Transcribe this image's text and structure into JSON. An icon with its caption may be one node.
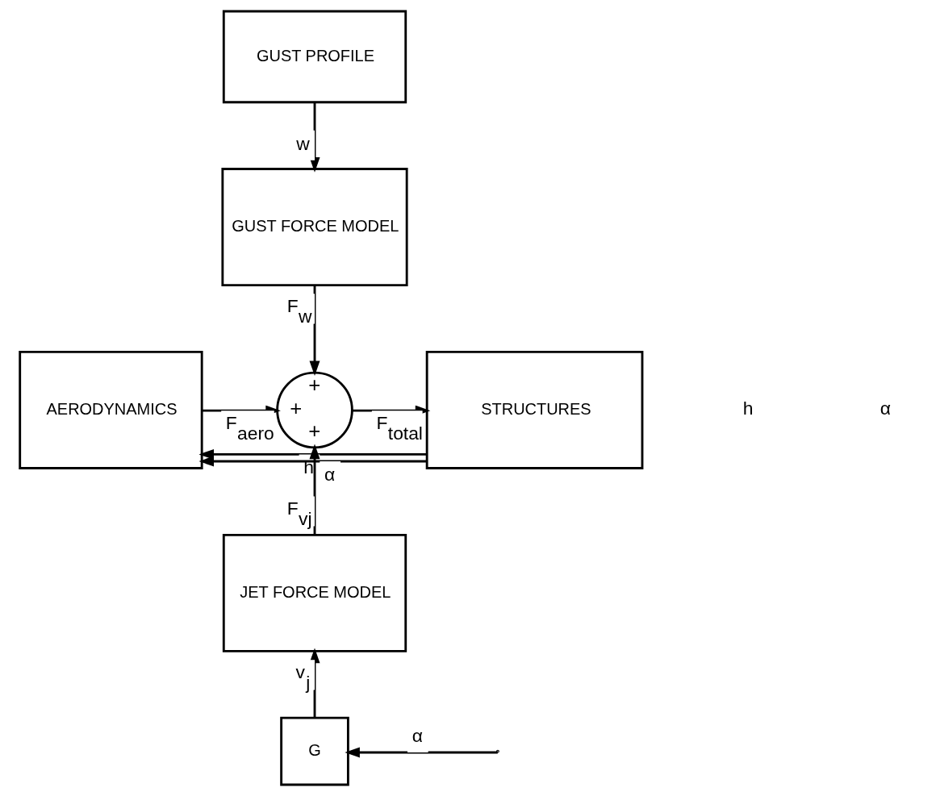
{
  "diagram": {
    "nodes": [
      {
        "text": [
          "GUST PROFILE"
        ]
      },
      {
        "text": [
          "GUST FORCE MODEL"
        ]
      },
      {
        "text": [
          "AERODYNAMICS"
        ]
      },
      {
        "text": [
          "+",
          "+",
          "+"
        ]
      },
      {
        "text": [
          "STRUCTURES"
        ]
      },
      {
        "text": [
          "JET FORCE MODEL"
        ]
      },
      {
        "text": [
          "G"
        ]
      }
    ],
    "edges": [
      {
        "from": 0,
        "to": 1,
        "arrow": "to",
        "label": "w"
      },
      {
        "from": 1,
        "to": 3,
        "arrow": "to",
        "label": "F$_{w}$"
      },
      {
        "from": 2,
        "to": 3,
        "arrow": "to",
        "label": "F$_{aero}$"
      },
      {
        "from": 3,
        "to": 4,
        "arrow": "to",
        "label": "F$_{total}$"
      },
      {
        "from": 4,
        "to": 2,
        "arrow": "to",
        "label": "h"
      },
      {
        "from": 4,
        "to": 2,
        "arrow": "to",
        "label": "α"
      },
      {
        "from": 5,
        "to": 3,
        "arrow": "to",
        "label": "F$_{vj}$"
      },
      {
        "from": 6,
        "to": 5,
        "arrow": "to",
        "label": "v$_{j}$"
      },
      {
        "from": null,
        "to": 6,
        "arrow": "to",
        "label": "α"
      }
    ],
    "labels": [
      "h",
      "α"
    ]
  }
}
